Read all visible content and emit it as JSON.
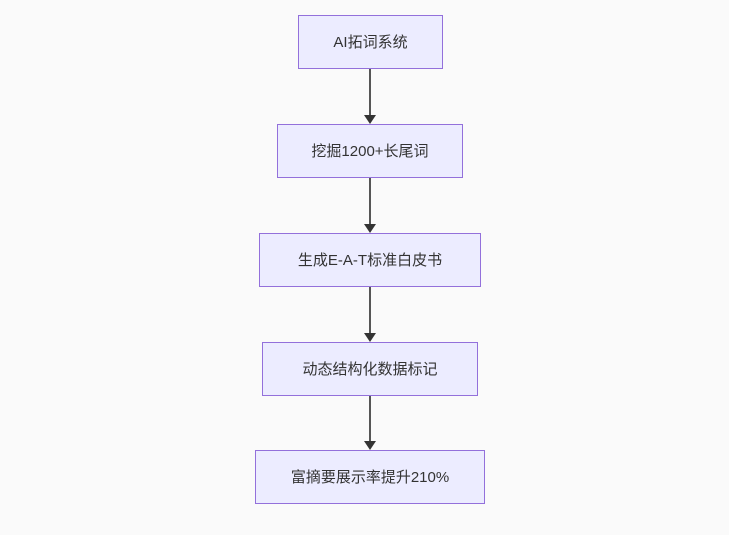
{
  "flowchart": {
    "direction": "top-down",
    "colors": {
      "node_fill": "#ECECFF",
      "node_border": "#9370DB",
      "arrow_line": "#555555",
      "arrow_head": "#333333",
      "text": "#333333",
      "background": "#fafafa"
    },
    "nodes": [
      {
        "label": "AI拓词系统"
      },
      {
        "label": "挖掘1200+长尾词"
      },
      {
        "label": "生成E-A-T标准白皮书"
      },
      {
        "label": "动态结构化数据标记"
      },
      {
        "label": "富摘要展示率提升210%"
      }
    ],
    "edges": [
      {
        "from": "AI拓词系统",
        "to": "挖掘1200+长尾词"
      },
      {
        "from": "挖掘1200+长尾词",
        "to": "生成E-A-T标准白皮书"
      },
      {
        "from": "生成E-A-T标准白皮书",
        "to": "动态结构化数据标记"
      },
      {
        "from": "动态结构化数据标记",
        "to": "富摘要展示率提升210%"
      }
    ]
  }
}
